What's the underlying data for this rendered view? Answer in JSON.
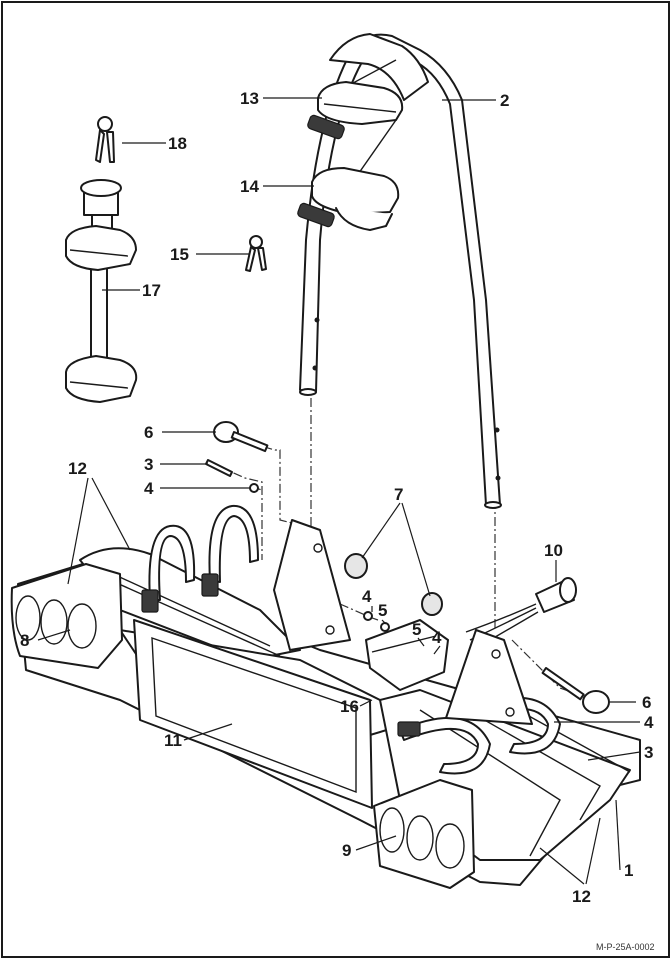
{
  "figure_code": "M-P-25A-0002",
  "callouts": {
    "c1": "1",
    "c2": "2",
    "c3a": "3",
    "c3b": "3",
    "c4a": "4",
    "c4b": "4",
    "c4c": "4",
    "c4d": "4",
    "c5a": "5",
    "c5b": "5",
    "c6a": "6",
    "c6b": "6",
    "c7": "7",
    "c8": "8",
    "c9": "9",
    "c10": "10",
    "c11": "11",
    "c12a": "12",
    "c12b": "12",
    "c13": "13",
    "c14": "14",
    "c15": "15",
    "c16": "16",
    "c17": "17",
    "c18": "18"
  }
}
